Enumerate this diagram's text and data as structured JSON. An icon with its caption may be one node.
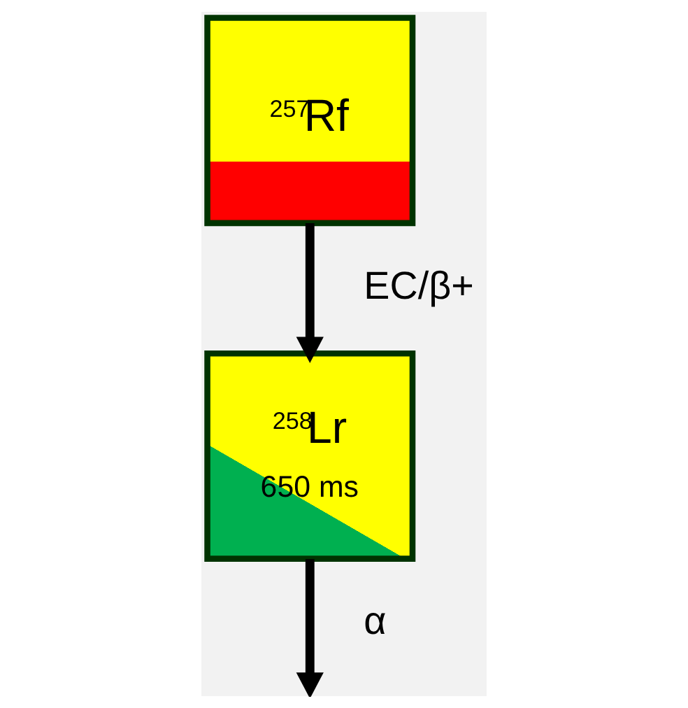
{
  "diagram": {
    "nodes": [
      {
        "text": [
          "$^{257}$Rf"
        ]
      },
      {
        "text": [
          "$^{258}$Lr",
          "650 ms"
        ]
      }
    ],
    "edges": [
      {
        "from": 0,
        "to": 1,
        "arrow": "to",
        "label": "EC/β+"
      },
      {
        "from": 1,
        "to": null,
        "arrow": "to",
        "label": "α"
      }
    ]
  }
}
